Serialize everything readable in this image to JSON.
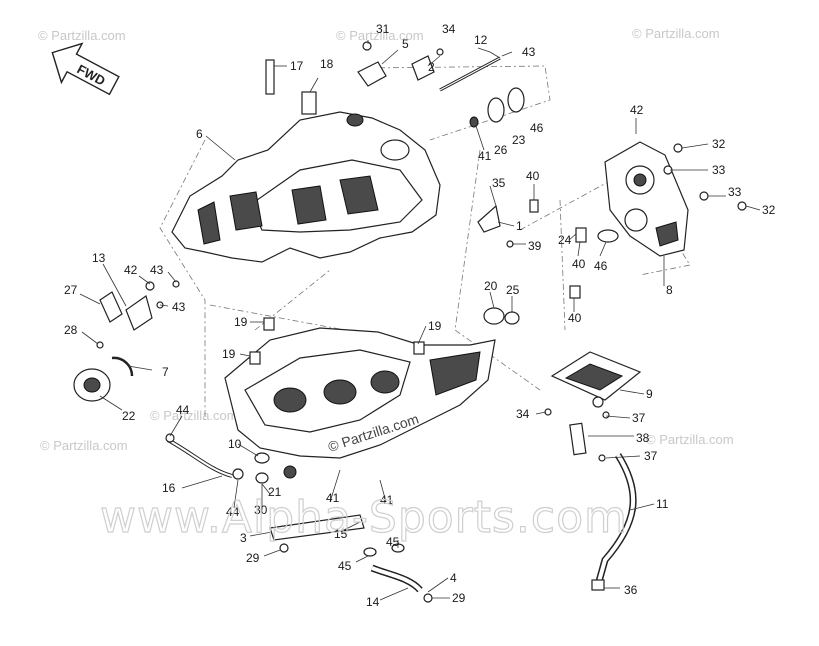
{
  "watermarks": {
    "small": "© Partzilla.com",
    "center": "© Partzilla.com",
    "big": "www.Alpha-Sports.com"
  },
  "direction_arrow": {
    "text": "FWD",
    "icon": "forward-arrow-icon"
  },
  "callouts": [
    {
      "id": "c34a",
      "text": "34"
    },
    {
      "id": "c31",
      "text": "31"
    },
    {
      "id": "c5",
      "text": "5"
    },
    {
      "id": "c2",
      "text": "2"
    },
    {
      "id": "c12",
      "text": "12"
    },
    {
      "id": "c43a",
      "text": "43"
    },
    {
      "id": "c17",
      "text": "17"
    },
    {
      "id": "c18",
      "text": "18"
    },
    {
      "id": "c6",
      "text": "6"
    },
    {
      "id": "c41a",
      "text": "41"
    },
    {
      "id": "c26",
      "text": "26"
    },
    {
      "id": "c23",
      "text": "23"
    },
    {
      "id": "c46a",
      "text": "46"
    },
    {
      "id": "c42a",
      "text": "42"
    },
    {
      "id": "c32a",
      "text": "32"
    },
    {
      "id": "c33a",
      "text": "33"
    },
    {
      "id": "c33b",
      "text": "33"
    },
    {
      "id": "c32b",
      "text": "32"
    },
    {
      "id": "c35",
      "text": "35"
    },
    {
      "id": "c40a",
      "text": "40"
    },
    {
      "id": "c1",
      "text": "1"
    },
    {
      "id": "c39",
      "text": "39"
    },
    {
      "id": "c24",
      "text": "24"
    },
    {
      "id": "c40b",
      "text": "40"
    },
    {
      "id": "c46b",
      "text": "46"
    },
    {
      "id": "c8",
      "text": "8"
    },
    {
      "id": "c40c",
      "text": "40"
    },
    {
      "id": "c13",
      "text": "13"
    },
    {
      "id": "c42b",
      "text": "42"
    },
    {
      "id": "c43b",
      "text": "43"
    },
    {
      "id": "c27",
      "text": "27"
    },
    {
      "id": "c43c",
      "text": "43"
    },
    {
      "id": "c28",
      "text": "28"
    },
    {
      "id": "c7",
      "text": "7"
    },
    {
      "id": "c22",
      "text": "22"
    },
    {
      "id": "c19a",
      "text": "19"
    },
    {
      "id": "c19b",
      "text": "19"
    },
    {
      "id": "c19c",
      "text": "19"
    },
    {
      "id": "c20",
      "text": "20"
    },
    {
      "id": "c25",
      "text": "25"
    },
    {
      "id": "c9",
      "text": "9"
    },
    {
      "id": "c34b",
      "text": "34"
    },
    {
      "id": "c37a",
      "text": "37"
    },
    {
      "id": "c38",
      "text": "38"
    },
    {
      "id": "c37b",
      "text": "37"
    },
    {
      "id": "c44a",
      "text": "44"
    },
    {
      "id": "c10",
      "text": "10"
    },
    {
      "id": "c16",
      "text": "16"
    },
    {
      "id": "c44b",
      "text": "44"
    },
    {
      "id": "c21",
      "text": "21"
    },
    {
      "id": "c30",
      "text": "30"
    },
    {
      "id": "c41b",
      "text": "41"
    },
    {
      "id": "c41c",
      "text": "41"
    },
    {
      "id": "c3",
      "text": "3"
    },
    {
      "id": "c15",
      "text": "15"
    },
    {
      "id": "c45a",
      "text": "45"
    },
    {
      "id": "c29a",
      "text": "29"
    },
    {
      "id": "c45b",
      "text": "45"
    },
    {
      "id": "c4",
      "text": "4"
    },
    {
      "id": "c29b",
      "text": "29"
    },
    {
      "id": "c14",
      "text": "14"
    },
    {
      "id": "c11",
      "text": "11"
    },
    {
      "id": "c36",
      "text": "36"
    }
  ]
}
